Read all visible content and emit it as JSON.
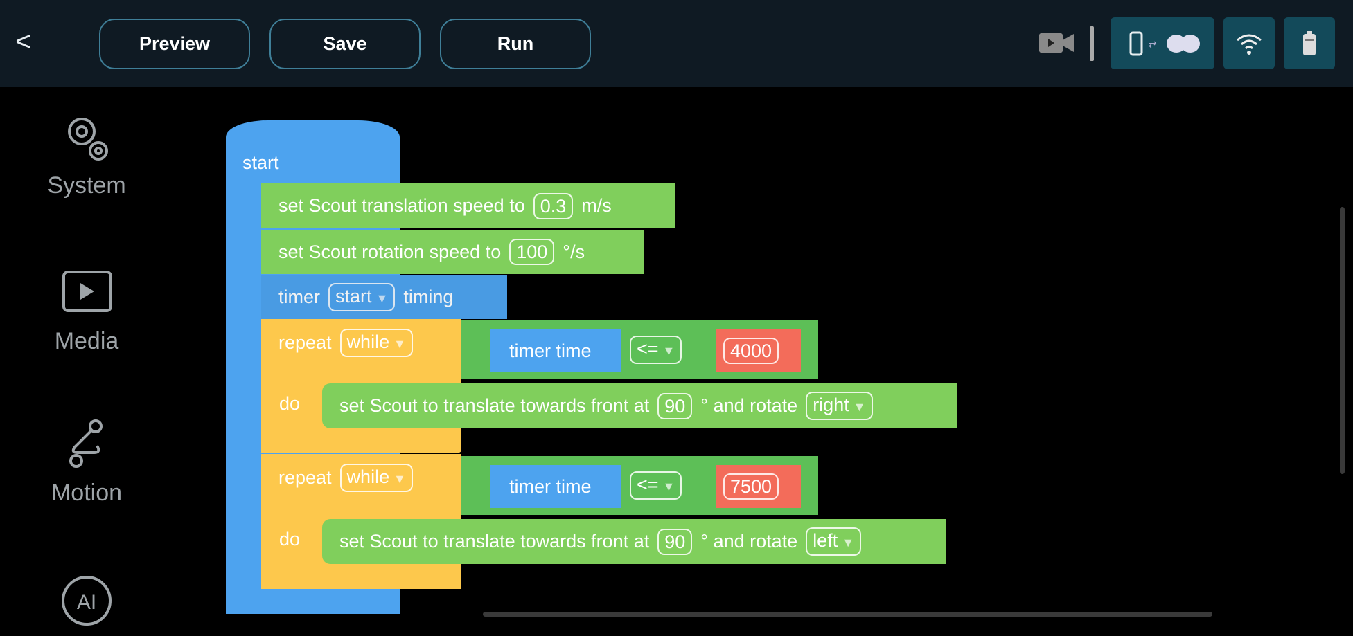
{
  "toolbar": {
    "back": "<",
    "preview": "Preview",
    "save": "Save",
    "run": "Run",
    "icons": [
      "video-camera-icon",
      "phone-connect-robot-icon",
      "wifi-icon",
      "battery-icon"
    ]
  },
  "sidebar": {
    "items": [
      {
        "label": "System",
        "icon": "gear-icon"
      },
      {
        "label": "Media",
        "icon": "play-icon"
      },
      {
        "label": "Motion",
        "icon": "motion-path-icon"
      },
      {
        "label": "AI",
        "icon": "ai-icon"
      }
    ]
  },
  "blocks": {
    "start": "start",
    "trans": {
      "pre": "set Scout translation speed to",
      "value": "0.3",
      "unit": "m/s"
    },
    "rot": {
      "pre": "set Scout rotation speed to",
      "value": "100",
      "unit": "°/s"
    },
    "timer": {
      "pre": "timer",
      "option": "start",
      "post": "timing"
    },
    "loops": [
      {
        "repeat": "repeat",
        "mode": "while",
        "sensor": "timer time",
        "op": "<=",
        "limit": "4000",
        "do": "do",
        "action_pre": "set Scout to translate towards front at",
        "angle": "90",
        "action_mid": "° and rotate",
        "dir": "right"
      },
      {
        "repeat": "repeat",
        "mode": "while",
        "sensor": "timer time",
        "op": "<=",
        "limit": "7500",
        "do": "do",
        "action_pre": "set Scout to translate towards front at",
        "angle": "90",
        "action_mid": "° and rotate",
        "dir": "left"
      }
    ]
  },
  "colors": {
    "motion": "#80cf5c",
    "control": "#fdc84c",
    "event": "#4da3ef",
    "number": "#f36c5a"
  }
}
